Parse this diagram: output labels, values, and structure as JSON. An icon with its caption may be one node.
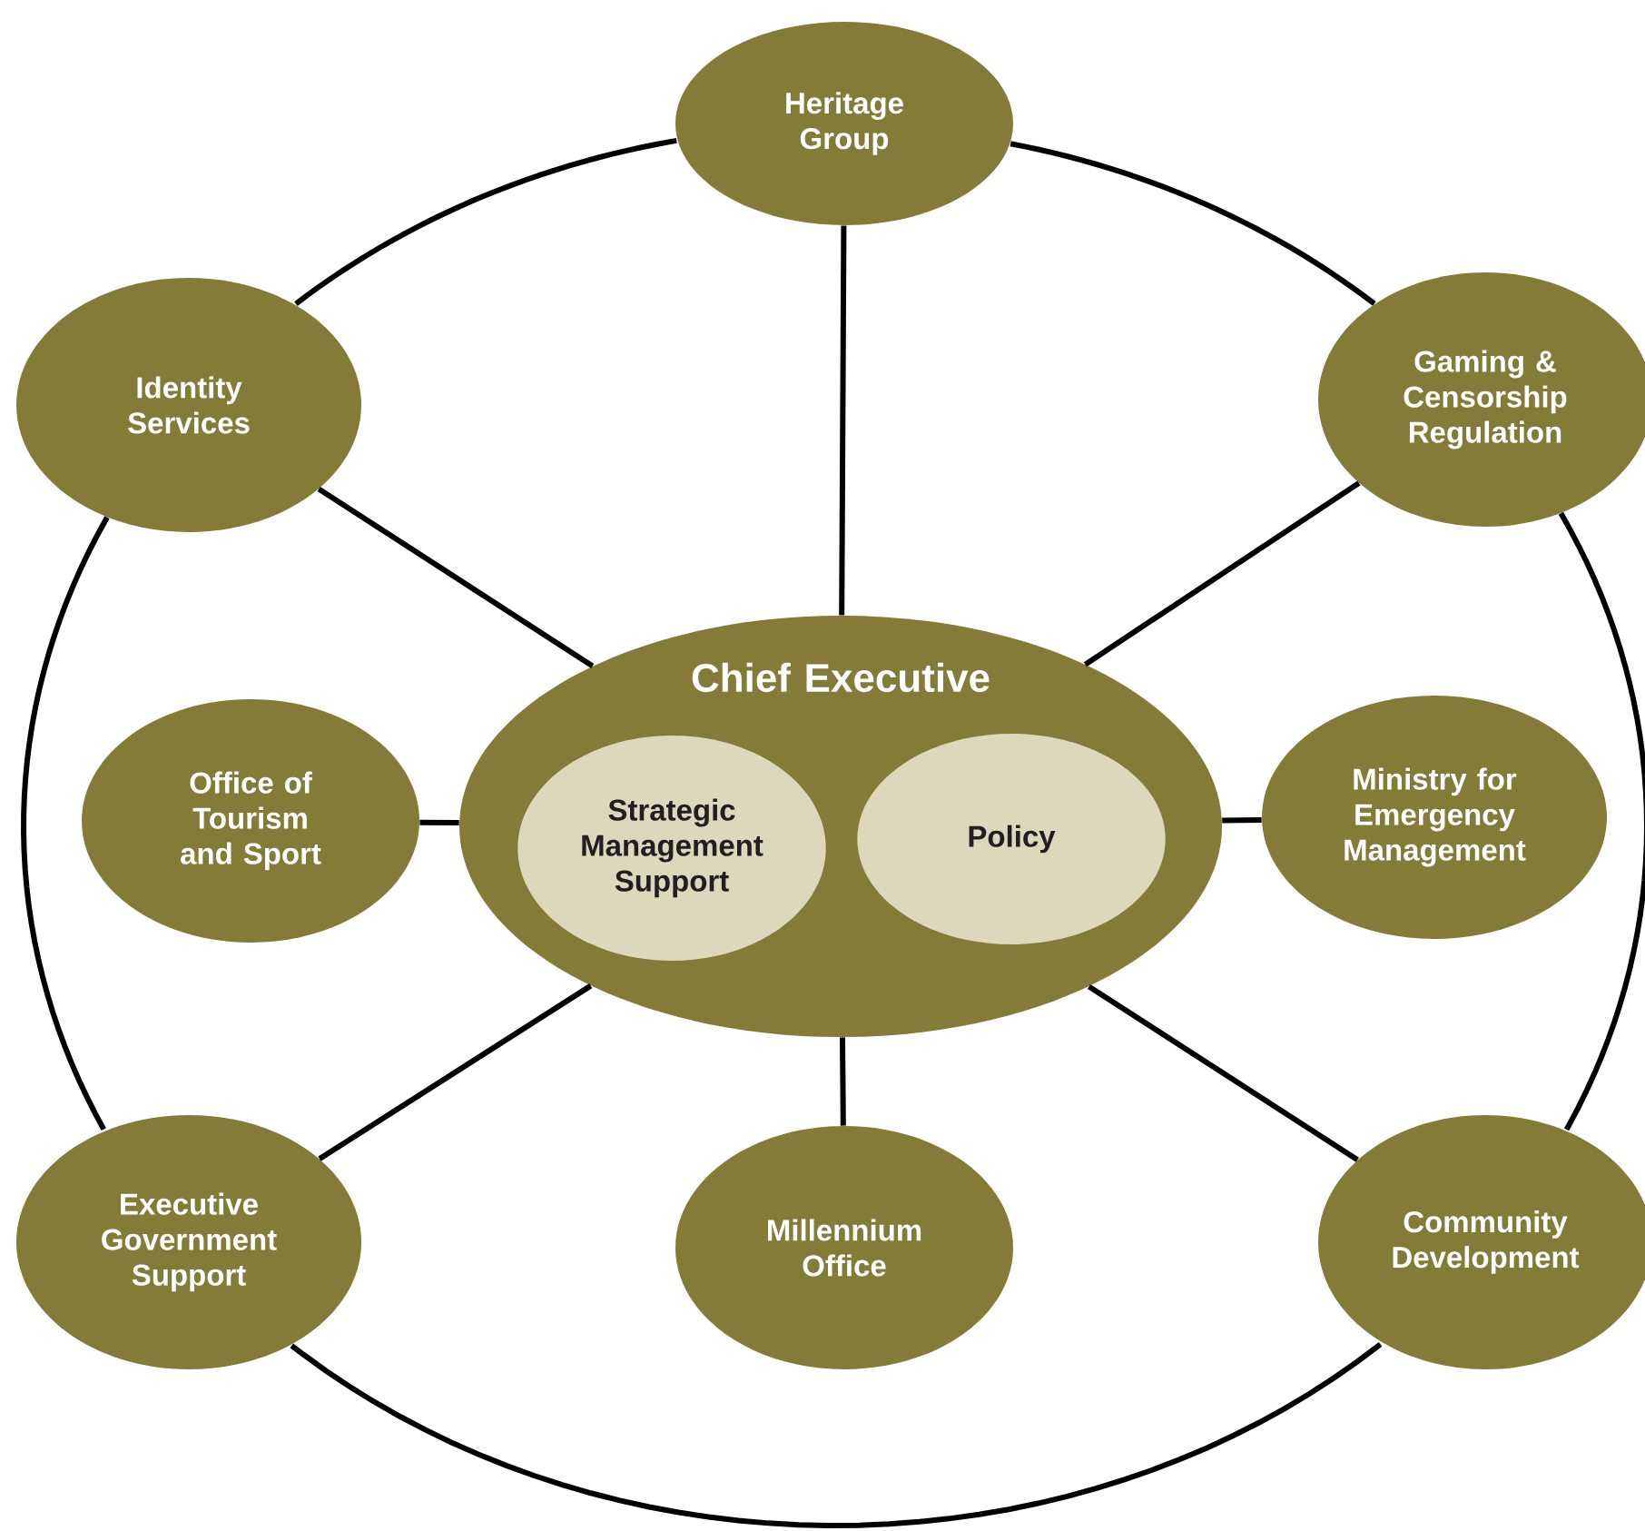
{
  "diagram": {
    "nodes": [
      {
        "text": [
          "Heritage Group"
        ]
      },
      {
        "text": [
          "Identity Services"
        ]
      },
      {
        "text": [
          "Gaming & Censorship Regulation"
        ]
      },
      {
        "text": [
          "Chief Executive"
        ]
      },
      {
        "text": [
          "Strategic Management Support"
        ],
        "in": 3
      },
      {
        "text": [
          "Policy"
        ],
        "in": 3
      },
      {
        "text": [
          "Office of Tourism and Sport"
        ]
      },
      {
        "text": [
          "Ministry for Emergency Management"
        ]
      },
      {
        "text": [
          "Executive Government Support"
        ]
      },
      {
        "text": [
          "Millennium Office"
        ]
      },
      {
        "text": [
          "Community Development"
        ]
      }
    ],
    "edges": [
      {
        "from": 3,
        "to": 0,
        "arrow": "none"
      },
      {
        "from": 3,
        "to": 1,
        "arrow": "none"
      },
      {
        "from": 3,
        "to": 2,
        "arrow": "none"
      },
      {
        "from": 3,
        "to": 6,
        "arrow": "none"
      },
      {
        "from": 3,
        "to": 7,
        "arrow": "none"
      },
      {
        "from": 3,
        "to": 8,
        "arrow": "none"
      },
      {
        "from": 3,
        "to": 9,
        "arrow": "none"
      },
      {
        "from": 3,
        "to": 10,
        "arrow": "none"
      },
      {
        "from": 0,
        "to": 2,
        "arrow": "none"
      },
      {
        "from": 2,
        "to": 10,
        "arrow": "none"
      },
      {
        "from": 10,
        "to": 8,
        "arrow": "none"
      },
      {
        "from": 8,
        "to": 1,
        "arrow": "none"
      },
      {
        "from": 1,
        "to": 0,
        "arrow": "none"
      }
    ]
  }
}
